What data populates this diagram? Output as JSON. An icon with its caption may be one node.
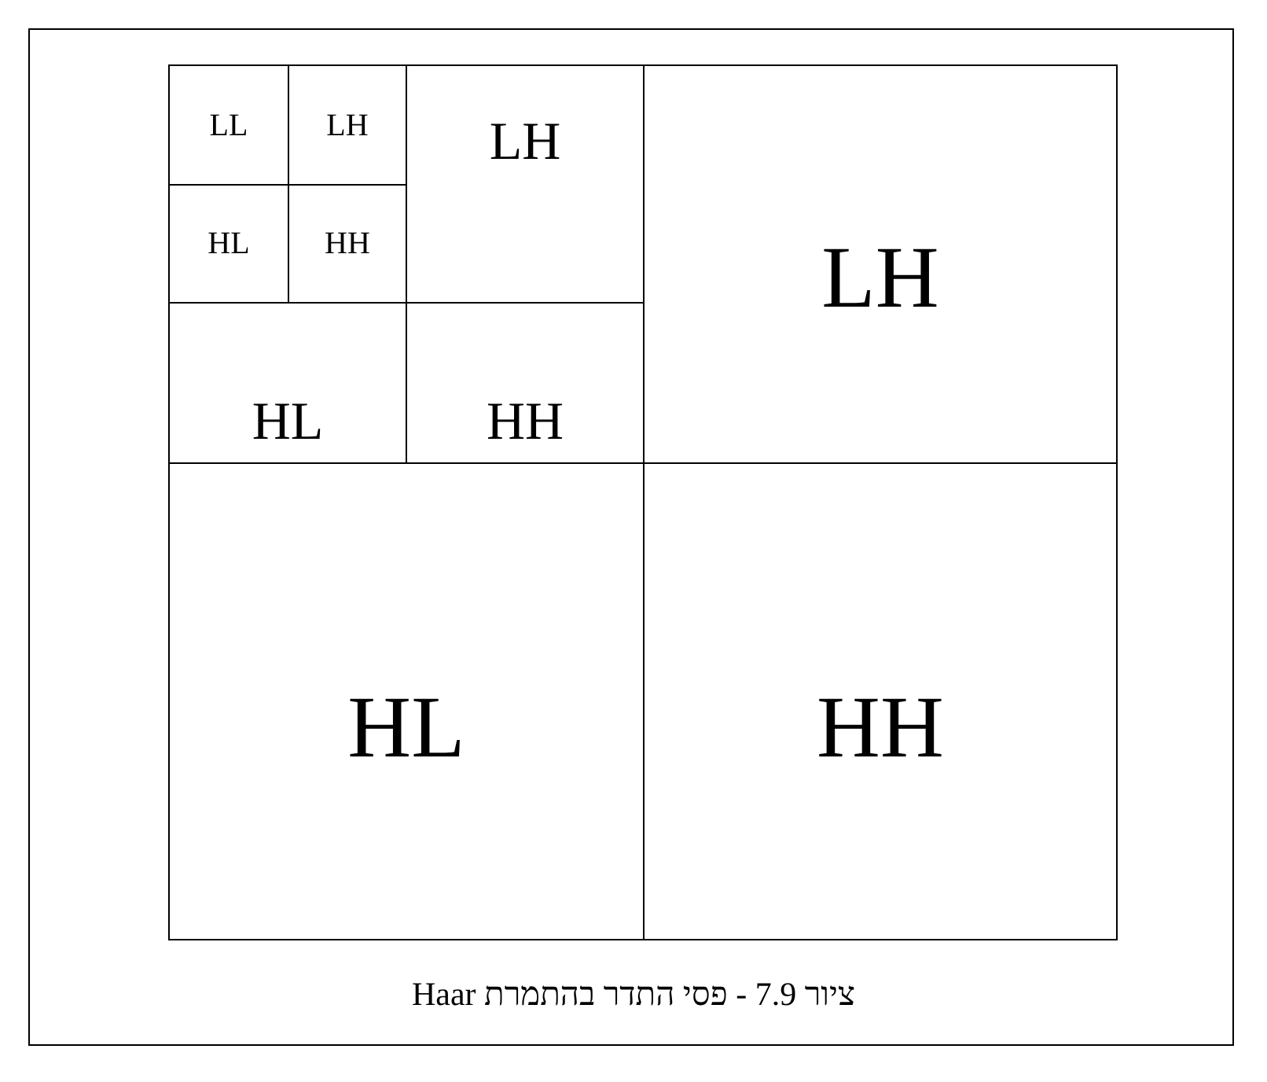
{
  "diagram": {
    "caption": "ציור 7.9 - פסי התדר בהתמרת Haar",
    "nodes": [
      {
        "text": [
          "LL"
        ]
      },
      {
        "text": [
          "LH"
        ]
      },
      {
        "text": [
          "HL"
        ]
      },
      {
        "text": [
          "HH"
        ]
      },
      {
        "text": [
          "LH"
        ]
      },
      {
        "text": [
          "HL"
        ]
      },
      {
        "text": [
          "HH"
        ]
      },
      {
        "text": [
          "LH"
        ]
      },
      {
        "text": [
          "HL"
        ]
      },
      {
        "text": [
          "HH"
        ]
      }
    ]
  }
}
